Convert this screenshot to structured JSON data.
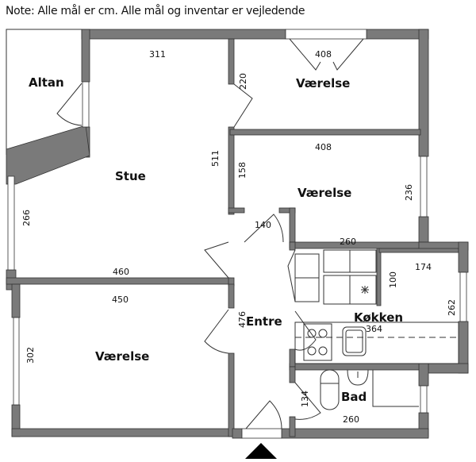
{
  "note": "Note: Alle mål er cm. Alle mål og inventar er vejledende",
  "rooms": {
    "altan": "Altan",
    "stue": "Stue",
    "vaerelse_top": "Værelse",
    "vaerelse_middle": "Værelse",
    "vaerelse_bottom": "Værelse",
    "entre": "Entre",
    "kokken": "Køkken",
    "bad": "Bad"
  },
  "dimensions": {
    "stue_width": "311",
    "stue_height": "511",
    "stue_left": "266",
    "stue_bottom": "460",
    "vaerelse_top_width": "408",
    "vaerelse_top_height": "220",
    "vaerelse_middle_width": "408",
    "vaerelse_middle_left": "158",
    "vaerelse_middle_right": "236",
    "entre_top": "140",
    "entre_height": "476",
    "vaerelse_bottom_width": "450",
    "vaerelse_bottom_height": "302",
    "kokken_cab_width": "260",
    "kokken_cab_height": "100",
    "kokken_width_top": "174",
    "kokken_height": "262",
    "kokken_width": "364",
    "bad_height": "134",
    "bad_width": "260"
  }
}
